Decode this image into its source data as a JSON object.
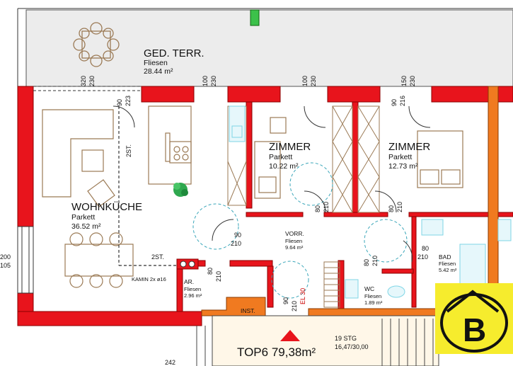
{
  "rooms": {
    "terrace": {
      "name": "GED. TERR.",
      "material": "Fliesen",
      "area": "28.44 m²"
    },
    "living": {
      "name": "WOHNKÜCHE",
      "material": "Parkett",
      "area": "36.52 m²"
    },
    "room1": {
      "name": "ZIMMER",
      "material": "Parkett",
      "area": "10.22 m²"
    },
    "room2": {
      "name": "ZIMMER",
      "material": "Parkett",
      "area": "12.73 m²"
    },
    "hall": {
      "name": "VORR.",
      "material": "Fliesen",
      "area": "9.64 m²"
    },
    "storage": {
      "name": "AR.",
      "material": "Fliesen",
      "area": "2.96 m²"
    },
    "wc": {
      "name": "WC",
      "material": "Fliesen",
      "area": "1.89 m²"
    },
    "bath": {
      "name": "BAD",
      "material": "Fliesen",
      "area": "5.42 m²"
    },
    "inst": {
      "name": "INST."
    }
  },
  "dimensions": {
    "d1_top": "320",
    "d1_bot": "230",
    "d2_top": "100",
    "d2_bot": "230",
    "d3_top": "100",
    "d3_bot": "230",
    "d4_top": "150",
    "d4_bot": "230",
    "d5_top": "90",
    "d5_bot": "223",
    "d6_top": "90",
    "d6_bot": "216",
    "door_r1_a": "80",
    "door_r1_b": "210",
    "door_r2_a": "80",
    "door_r2_b": "210",
    "door_hall_a": "90",
    "door_hall_b": "210",
    "door_bath_a": "80",
    "door_bath_b": "210",
    "door_wc_a": "80",
    "door_wc_b": "210",
    "door_ar_a": "80",
    "door_ar_b": "210",
    "entry_a": "90",
    "entry_b": "210",
    "entry_note": "EL 30",
    "window_left_a": "200",
    "window_left_b": "105",
    "bottom_left": "242"
  },
  "annotations": {
    "stairs_up_1": "2ST.",
    "stairs_up_2": "2ST.",
    "kamin": "KAMIN 2x ø16",
    "stairs_info_1": "19 STG",
    "stairs_info_2": "16,47/30,00"
  },
  "unit": {
    "label": "TOP6 79,38m²"
  },
  "logo": {
    "text": "B"
  },
  "colors": {
    "wall": "#e8141c",
    "wall_dark": "#a00000",
    "orange": "#f07a20",
    "logo_bg": "#f6ec2d",
    "furniture": "#9b7a55",
    "cyan": "#7fd6e6",
    "green": "#2fa84f"
  }
}
